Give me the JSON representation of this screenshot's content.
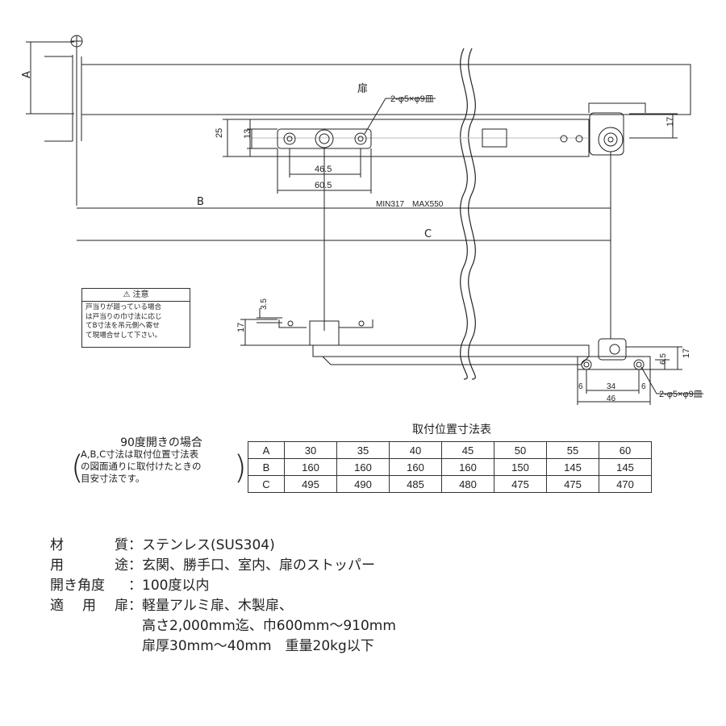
{
  "drawing": {
    "door_label": "扉",
    "label_a": "A",
    "label_b": "B",
    "label_c": "C",
    "hole_spec_top": "2-φ5×φ9皿",
    "hole_spec_bottom": "2-φ5×φ9皿",
    "dim_25": "25",
    "dim_13": "13",
    "dim_46_5": "46.5",
    "dim_60_5": "60.5",
    "dim_min_max": "MIN317　MAX550",
    "dim_17_top": "17",
    "dim_3_5": "3.5",
    "dim_17_left": "17",
    "dim_6_5": "6.5",
    "dim_17_right": "17",
    "dim_6_left": "6",
    "dim_34": "34",
    "dim_6_right": "6",
    "dim_46": "46"
  },
  "caution": {
    "title": "注意",
    "body": "戸当りが廻っている場合\nは戸当りの巾寸法に応じ\nてB寸法を吊元側へ寄せ\nて現場合せして下さい。"
  },
  "note": {
    "title": "90度開きの場合",
    "body": "A,B,C寸法は取付位置寸法表\nの図面通りに取付けたときの\n目安寸法です。"
  },
  "table": {
    "title": "取付位置寸法表",
    "rows": [
      {
        "label": "A",
        "values": [
          "30",
          "35",
          "40",
          "45",
          "50",
          "55",
          "60"
        ]
      },
      {
        "label": "B",
        "values": [
          "160",
          "160",
          "160",
          "160",
          "150",
          "145",
          "145"
        ]
      },
      {
        "label": "C",
        "values": [
          "495",
          "490",
          "485",
          "480",
          "475",
          "475",
          "470"
        ]
      }
    ]
  },
  "specs": {
    "material_label": [
      "材",
      "質"
    ],
    "material_value": "ステンレス(SUS304)",
    "usage_label": [
      "用",
      "途"
    ],
    "usage_value": "玄関、勝手口、室内、扉のストッパー",
    "angle_label": [
      "開き角度"
    ],
    "angle_value": "100度以内",
    "door_label": [
      "適",
      "用",
      "扉"
    ],
    "door_value_1": "軽量アルミ扉、木製扉、",
    "door_value_2": "高さ2,000mm迄、巾600mm～910mm",
    "door_value_3": "扉厚30mm～40mm　重量20kg以下",
    "colon": "："
  }
}
